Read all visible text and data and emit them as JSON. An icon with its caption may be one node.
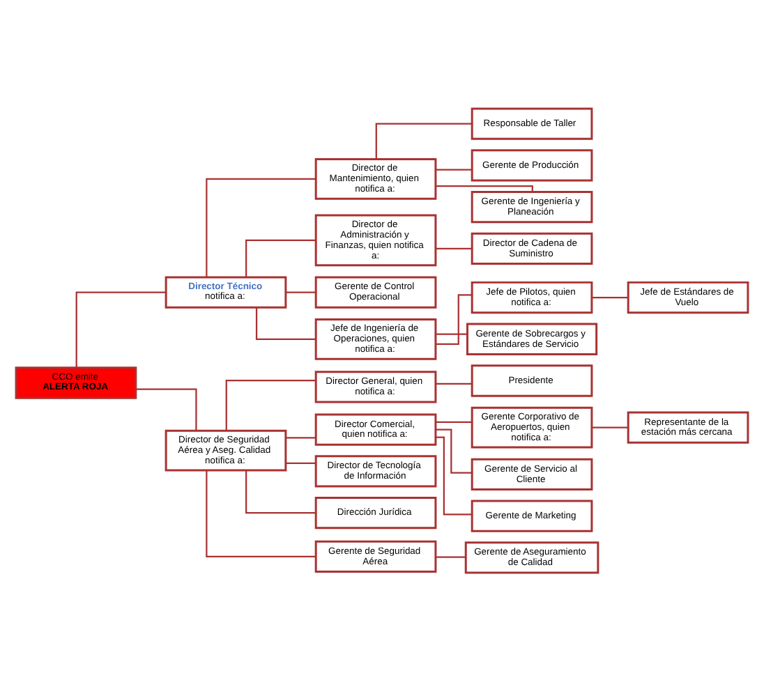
{
  "diagram": {
    "nodes": [
      {
        "text": [
          "CCO emite **ALERTA ROJA**"
        ]
      },
      {
        "text": [
          "**Director Técnico** notifica a:"
        ]
      },
      {
        "text": [
          "Director de Mantenimiento, quien notifica a:"
        ]
      },
      {
        "text": [
          "Responsable de Taller"
        ]
      },
      {
        "text": [
          "Gerente de Producción"
        ]
      },
      {
        "text": [
          "Gerente de Ingeniería y Planeación"
        ]
      },
      {
        "text": [
          "Director de Administración y Finanzas, quien notifica a:"
        ]
      },
      {
        "text": [
          "Director de Cadena de Suministro"
        ]
      },
      {
        "text": [
          "Gerente de Control Operacional"
        ]
      },
      {
        "text": [
          "Jefe de Ingeniería de Operaciones, quien notifica a:"
        ]
      },
      {
        "text": [
          "Jefe de Pilotos, quien notifica a:"
        ]
      },
      {
        "text": [
          "Jefe de Estándares de Vuelo"
        ]
      },
      {
        "text": [
          "Gerente de Sobrecargos y Estándares de Servicio"
        ]
      },
      {
        "text": [
          "Director de Seguridad Aérea y Aseg. Calidad notifica a:"
        ]
      },
      {
        "text": [
          "Director General, quien notifica a:"
        ]
      },
      {
        "text": [
          "Presidente"
        ]
      },
      {
        "text": [
          "Director Comercial, quien notifica a:"
        ]
      },
      {
        "text": [
          "Gerente Corporativo de Aeropuertos, quien notifica a:"
        ]
      },
      {
        "text": [
          "Representante de la estación más cercana"
        ]
      },
      {
        "text": [
          "Gerente de Servicio al Cliente"
        ]
      },
      {
        "text": [
          "Gerente de Marketing"
        ]
      },
      {
        "text": [
          "Director de Tecnología de Información"
        ]
      },
      {
        "text": [
          "Dirección Jurídica"
        ]
      },
      {
        "text": [
          "Gerente de Seguridad Aérea"
        ]
      },
      {
        "text": [
          "Gerente de Aseguramiento de Calidad"
        ]
      }
    ],
    "edges": [
      {
        "from": 0,
        "to": 1,
        "arrow": "none"
      },
      {
        "from": 0,
        "to": 13,
        "arrow": "none"
      },
      {
        "from": 1,
        "to": 2,
        "arrow": "none"
      },
      {
        "from": 1,
        "to": 6,
        "arrow": "none"
      },
      {
        "from": 1,
        "to": 8,
        "arrow": "none"
      },
      {
        "from": 1,
        "to": 9,
        "arrow": "none"
      },
      {
        "from": 2,
        "to": 3,
        "arrow": "none"
      },
      {
        "from": 2,
        "to": 4,
        "arrow": "none"
      },
      {
        "from": 2,
        "to": 5,
        "arrow": "none"
      },
      {
        "from": 6,
        "to": 7,
        "arrow": "none"
      },
      {
        "from": 9,
        "to": 10,
        "arrow": "none"
      },
      {
        "from": 9,
        "to": 12,
        "arrow": "none"
      },
      {
        "from": 10,
        "to": 11,
        "arrow": "none"
      },
      {
        "from": 13,
        "to": 14,
        "arrow": "none"
      },
      {
        "from": 13,
        "to": 16,
        "arrow": "none"
      },
      {
        "from": 13,
        "to": 21,
        "arrow": "none"
      },
      {
        "from": 13,
        "to": 22,
        "arrow": "none"
      },
      {
        "from": 13,
        "to": 23,
        "arrow": "none"
      },
      {
        "from": 14,
        "to": 15,
        "arrow": "none"
      },
      {
        "from": 16,
        "to": 17,
        "arrow": "none"
      },
      {
        "from": 16,
        "to": 19,
        "arrow": "none"
      },
      {
        "from": 16,
        "to": 20,
        "arrow": "none"
      },
      {
        "from": 17,
        "to": 18,
        "arrow": "none"
      },
      {
        "from": 23,
        "to": 24,
        "arrow": "none"
      }
    ]
  }
}
